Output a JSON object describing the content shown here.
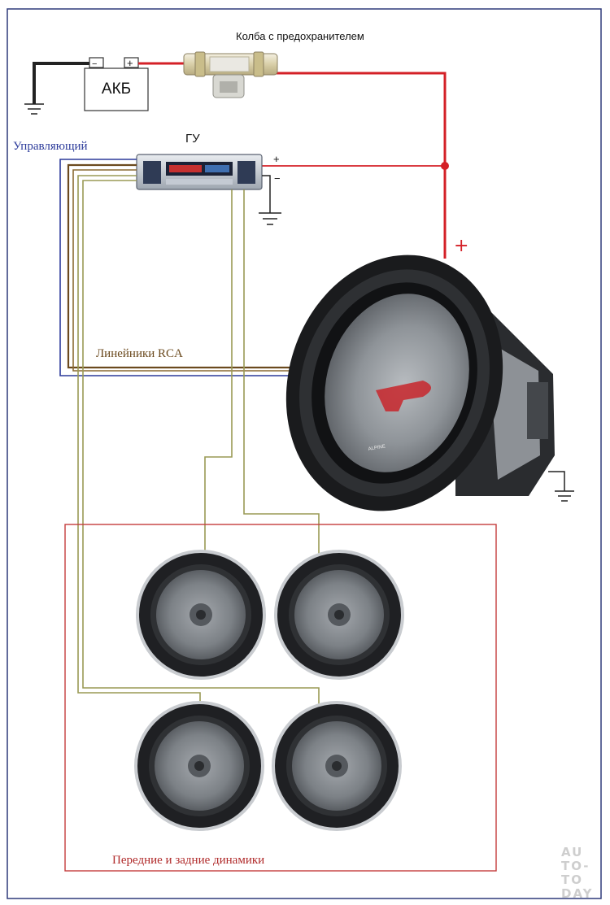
{
  "labels": {
    "fuse_holder": "Колба с предохранителем",
    "battery": "АКБ",
    "head_unit": "ГУ",
    "control_wire": "Управляющий",
    "rca_lines": "Линейники RCA",
    "speakers": "Передние и задние динамики",
    "battery_minus": "−",
    "battery_plus": "+",
    "hu_plus": "+",
    "hu_minus": "−",
    "sub_plus": "+",
    "sub_brand": "ALPINE"
  },
  "watermark": {
    "line1": "AU",
    "line2": "TO-TO",
    "line3": "DAY"
  },
  "colors": {
    "power_wire": "#d42027",
    "control_wire": "#2b3a9a",
    "rca_wire": "#6b4a1e",
    "speaker_wire": "#9a9a55",
    "speaker_frame": "#c43c3c",
    "outer_frame": "#2f3a7a",
    "ground": "#222222"
  },
  "icons": [
    "battery-icon",
    "fuse-holder-icon",
    "head-unit-icon",
    "subwoofer-icon",
    "speaker-icon",
    "ground-icon"
  ]
}
